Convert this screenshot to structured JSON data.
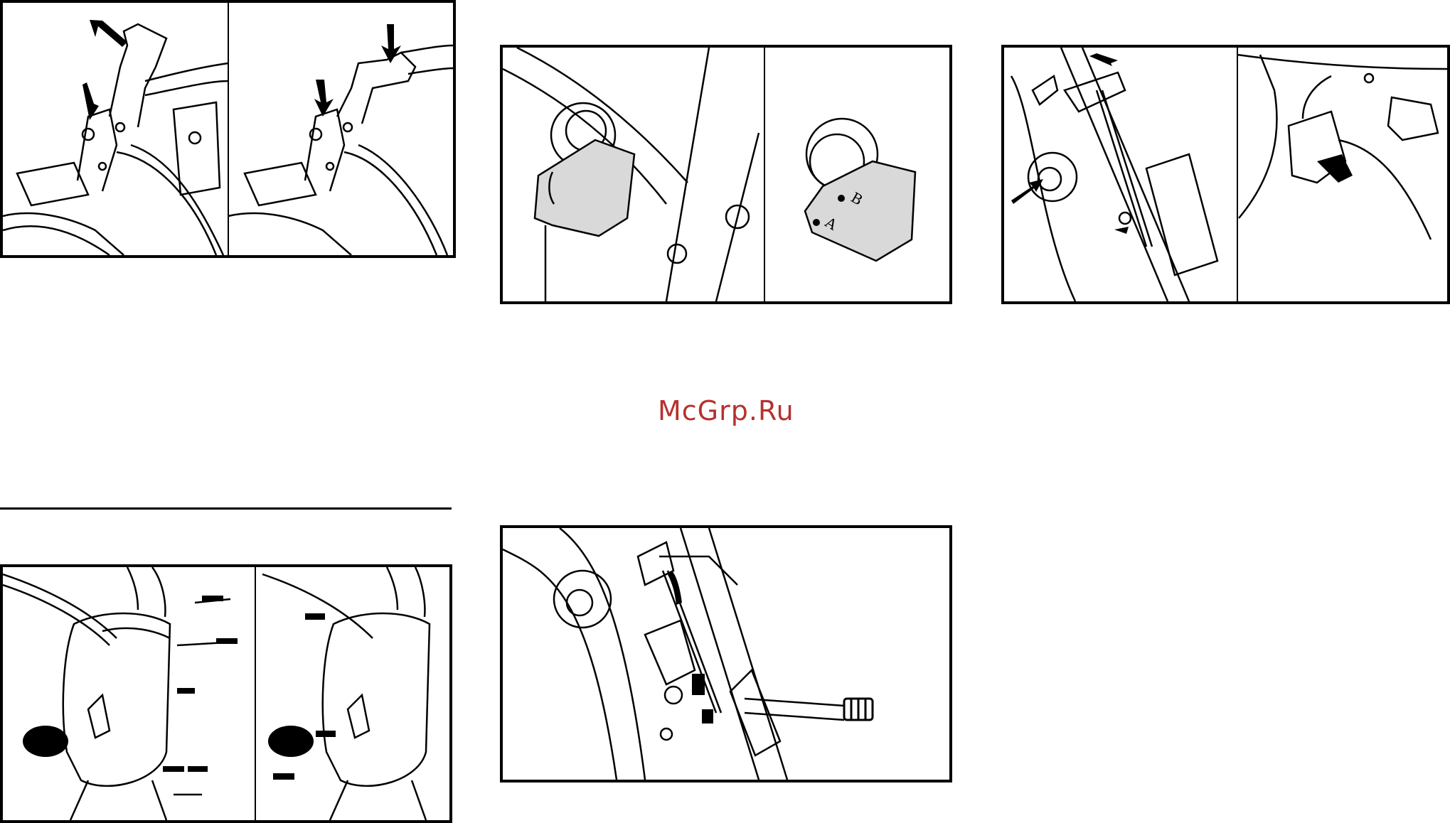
{
  "watermark": {
    "text": "McGrp.Ru",
    "color": "#b5322f"
  },
  "figures": [
    {
      "id": "fig-1",
      "description_icon": "handle-lever-release-icon"
    },
    {
      "id": "fig-2",
      "description_icon": "cable-bracket-icon",
      "labels": [
        "B",
        "A"
      ]
    },
    {
      "id": "fig-3",
      "description_icon": "cable-adjust-icon"
    },
    {
      "id": "fig-4",
      "description_icon": "handle-housing-screws-icon"
    },
    {
      "id": "fig-5",
      "description_icon": "cable-tension-icon"
    }
  ],
  "colors": {
    "line": "#000000",
    "fill_gray": "#d9d9d9",
    "background": "#ffffff"
  }
}
